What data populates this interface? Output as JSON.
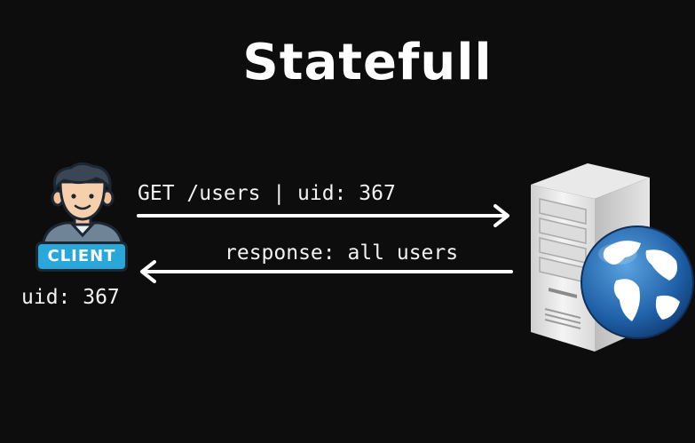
{
  "title": "Statefull",
  "client": {
    "badge": "CLIENT",
    "uid_text": "uid: 367"
  },
  "request": {
    "label": "GET /users | uid: 367"
  },
  "response": {
    "label": "response: all users"
  },
  "colors": {
    "background": "#0d0d0d",
    "text": "#ffffff",
    "badge": "#2aa7d9"
  }
}
